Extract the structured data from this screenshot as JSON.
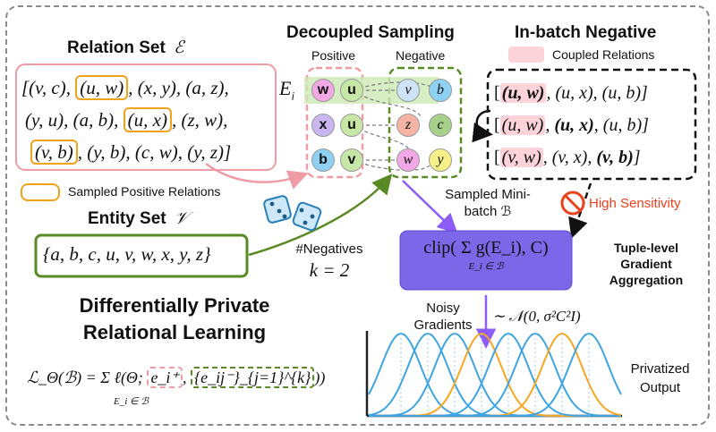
{
  "relation_set": {
    "title": "Relation Set",
    "symbol": "ℰ",
    "rows": [
      [
        {
          "t": "[(v, c), ",
          "h": false
        },
        {
          "t": "(u, w)",
          "h": true
        },
        {
          "t": ", (x, y), (a, z),",
          "h": false
        }
      ],
      [
        {
          "t": "(y, u), (a, b), ",
          "h": false
        },
        {
          "t": "(u, x)",
          "h": true
        },
        {
          "t": ", (z, w),",
          "h": false
        }
      ],
      [
        {
          "t": "(v, b)",
          "h": true
        },
        {
          "t": ", (y, b), (c, w), (y, z)]",
          "h": false
        }
      ]
    ],
    "legend_label": "Sampled Positive Relations"
  },
  "entity_set": {
    "title": "Entity Set",
    "symbol": "𝒱",
    "content": "{a, b, c, u, v, w, x, y, z}"
  },
  "decoupled": {
    "title": "Decoupled Sampling",
    "positive_label": "Positive",
    "negative_label": "Negative",
    "ei_label": "E",
    "ei_sub": "i",
    "pos_rows": [
      [
        "w",
        "u"
      ],
      [
        "x",
        "u"
      ],
      [
        "b",
        "v"
      ]
    ],
    "neg_rows": [
      [
        "v",
        "b"
      ],
      [
        "z",
        "c"
      ],
      [
        "w",
        "y"
      ]
    ]
  },
  "negatives": {
    "label": "#Negatives",
    "k": "k = 2"
  },
  "inbatch": {
    "title": "In-batch Negative",
    "legend": "Coupled Relations",
    "rows": [
      [
        {
          "t": "(u, w)",
          "c": true,
          "b": true
        },
        {
          "t": ", (u, x), (u, b)]",
          "c": false,
          "b": false
        }
      ],
      [
        {
          "t": "(u, w)",
          "c": true,
          "b": false
        },
        {
          "t": ", ",
          "c": false,
          "b": false
        },
        {
          "t": "(u, x)",
          "c": false,
          "b": true
        },
        {
          "t": ", (u, b)]",
          "c": false,
          "b": false
        }
      ],
      [
        {
          "t": "(v, w)",
          "c": true,
          "b": false
        },
        {
          "t": ", (v, x), ",
          "c": false,
          "b": false
        },
        {
          "t": "(v, b)",
          "c": false,
          "b": true
        },
        {
          "t": "]",
          "c": false,
          "b": false
        }
      ]
    ]
  },
  "minibatch": {
    "line1": "Sampled Mini-",
    "line2": "batch ℬ"
  },
  "sensitivity": {
    "label": "High Sensitivity",
    "color": "#e8411f"
  },
  "clip": {
    "formula": "clip( Σ g(E_i), C)",
    "sub": "E_i ∈ ℬ"
  },
  "aggregation": {
    "line1": "Tuple-level",
    "line2": "Gradient",
    "line3": "Aggregation"
  },
  "noisy": {
    "line1": "Noisy",
    "line2": "Gradients",
    "distribution": "∼ 𝒩(0, σ²C²I)"
  },
  "privatized": {
    "line1": "Privatized",
    "line2": "Output"
  },
  "dp_title": {
    "line1": "Differentially Private",
    "line2": "Relational Learning"
  },
  "loss": {
    "lhs": "ℒ_Θ(ℬ) = Σ ℓ(Θ;",
    "pos": "e_i⁺",
    "neg": "{e_ij⁻}_{j=1}^{k}",
    "end": "))",
    "sub": "E_i ∈ ℬ"
  },
  "colors": {
    "pink": "#f09ca6",
    "orange": "#f0a21a",
    "green": "#5a8a25",
    "purple": "#8b5cf6",
    "blue_curve": "#3fa4e0",
    "orange_curve": "#f5a623",
    "node_w": "#f3a8e6",
    "node_u": "#c6e7a6",
    "node_x": "#c9b6f1",
    "node_b": "#8dd0f2",
    "node_v": "#c6e7a6",
    "node_z": "#f5b4a6",
    "node_c": "#a7d08a",
    "node_y": "#f7f08a",
    "node_vneg": "#cde4f7"
  }
}
